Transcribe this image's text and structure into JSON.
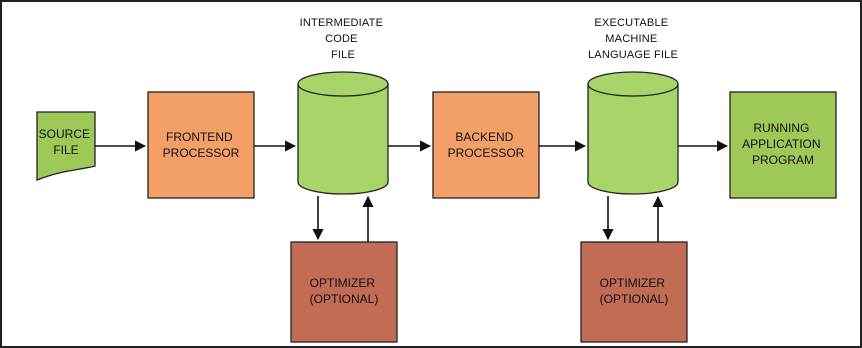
{
  "colors": {
    "background": "#ffffff",
    "frame": "#222222",
    "source": "#9ec857",
    "frontend": "#f2a068",
    "cylinder": "#a9d46a",
    "backend": "#f2a068",
    "optimizer": "#c26b55",
    "running": "#9ec857",
    "text": "#111111"
  },
  "source_file": {
    "lines": [
      "SOURCE",
      "FILE"
    ]
  },
  "frontend_processor": {
    "lines": [
      "FRONTEND",
      "PROCESSOR"
    ]
  },
  "intermediate_file": {
    "caption": [
      "INTERMEDIATE",
      "CODE",
      "FILE"
    ]
  },
  "backend_processor": {
    "lines": [
      "BACKEND",
      "PROCESSOR"
    ]
  },
  "executable_file": {
    "caption": [
      "EXECUTABLE",
      "MACHINE",
      "LANGUAGE FILE"
    ]
  },
  "running_program": {
    "lines": [
      "RUNNING",
      "APPLICATION",
      "PROGRAM"
    ]
  },
  "optimizer_1": {
    "lines": [
      "OPTIMIZER",
      "(OPTIONAL)"
    ]
  },
  "optimizer_2": {
    "lines": [
      "OPTIMIZER",
      "(OPTIONAL)"
    ]
  }
}
